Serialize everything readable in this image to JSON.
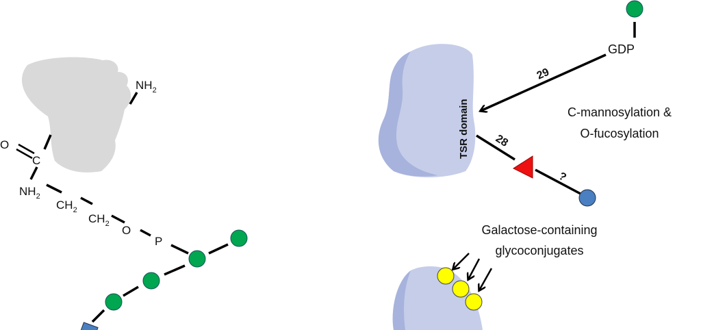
{
  "left": {
    "nh2_top": {
      "main": "NH",
      "sub": "2"
    },
    "oxygen": "O",
    "carbon": "C",
    "nh2": {
      "main": "NH",
      "sub": "2"
    },
    "ch2_a": {
      "main": "CH",
      "sub": "2"
    },
    "ch2_b": {
      "main": "CH",
      "sub": "2"
    },
    "oxygen2": "O",
    "phosphate": "P"
  },
  "right": {
    "tsr_label": "TSR domain",
    "gdp": "GDP",
    "enzyme_29": "29",
    "enzyme_28": "28",
    "unknown": "?",
    "title_line1": "C-mannosylation &",
    "title_line2": "O-fucosylation",
    "gal_line1": "Galactose-containing",
    "gal_line2": "glycoconjugates"
  },
  "colors": {
    "mannose": "#00a650",
    "glcnac": "#4a7fc1",
    "fucose": "#ee1111",
    "galactose": "#ffff00",
    "protein_gray": "#d9d9d9",
    "protein_blue": "#b4bfe0"
  }
}
